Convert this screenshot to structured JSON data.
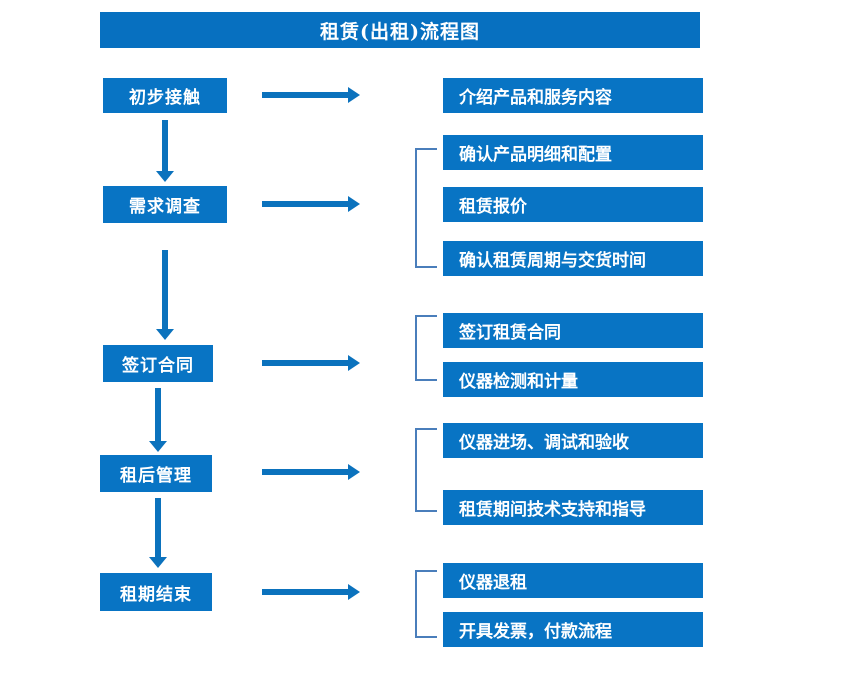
{
  "chart": {
    "title": "租赁(出租)流程图",
    "colors": {
      "title_bar": "#0770c0",
      "node_box": "#0874c4",
      "arrow": "#0b72bd",
      "bracket": "#4a7ebb",
      "node_text": "#ffffff",
      "background": "#ffffff"
    }
  },
  "stages": [
    {
      "id": "stage-1",
      "label": "初步接触"
    },
    {
      "id": "stage-2",
      "label": "需求调查"
    },
    {
      "id": "stage-3",
      "label": "签订合同"
    },
    {
      "id": "stage-4",
      "label": "租后管理"
    },
    {
      "id": "stage-5",
      "label": "租期结束"
    }
  ],
  "details": [
    {
      "id": "detail-1-1",
      "label": "介绍产品和服务内容"
    },
    {
      "id": "detail-2-1",
      "label": "确认产品明细和配置"
    },
    {
      "id": "detail-2-2",
      "label": "租赁报价"
    },
    {
      "id": "detail-2-3",
      "label": "确认租赁周期与交货时间"
    },
    {
      "id": "detail-3-1",
      "label": "签订租赁合同"
    },
    {
      "id": "detail-3-2",
      "label": "仪器检测和计量"
    },
    {
      "id": "detail-4-1",
      "label": "仪器进场、调试和验收"
    },
    {
      "id": "detail-4-2",
      "label": "租赁期间技术支持和指导"
    },
    {
      "id": "detail-5-1",
      "label": "仪器退租"
    },
    {
      "id": "detail-5-2",
      "label": "开具发票，付款流程"
    }
  ]
}
